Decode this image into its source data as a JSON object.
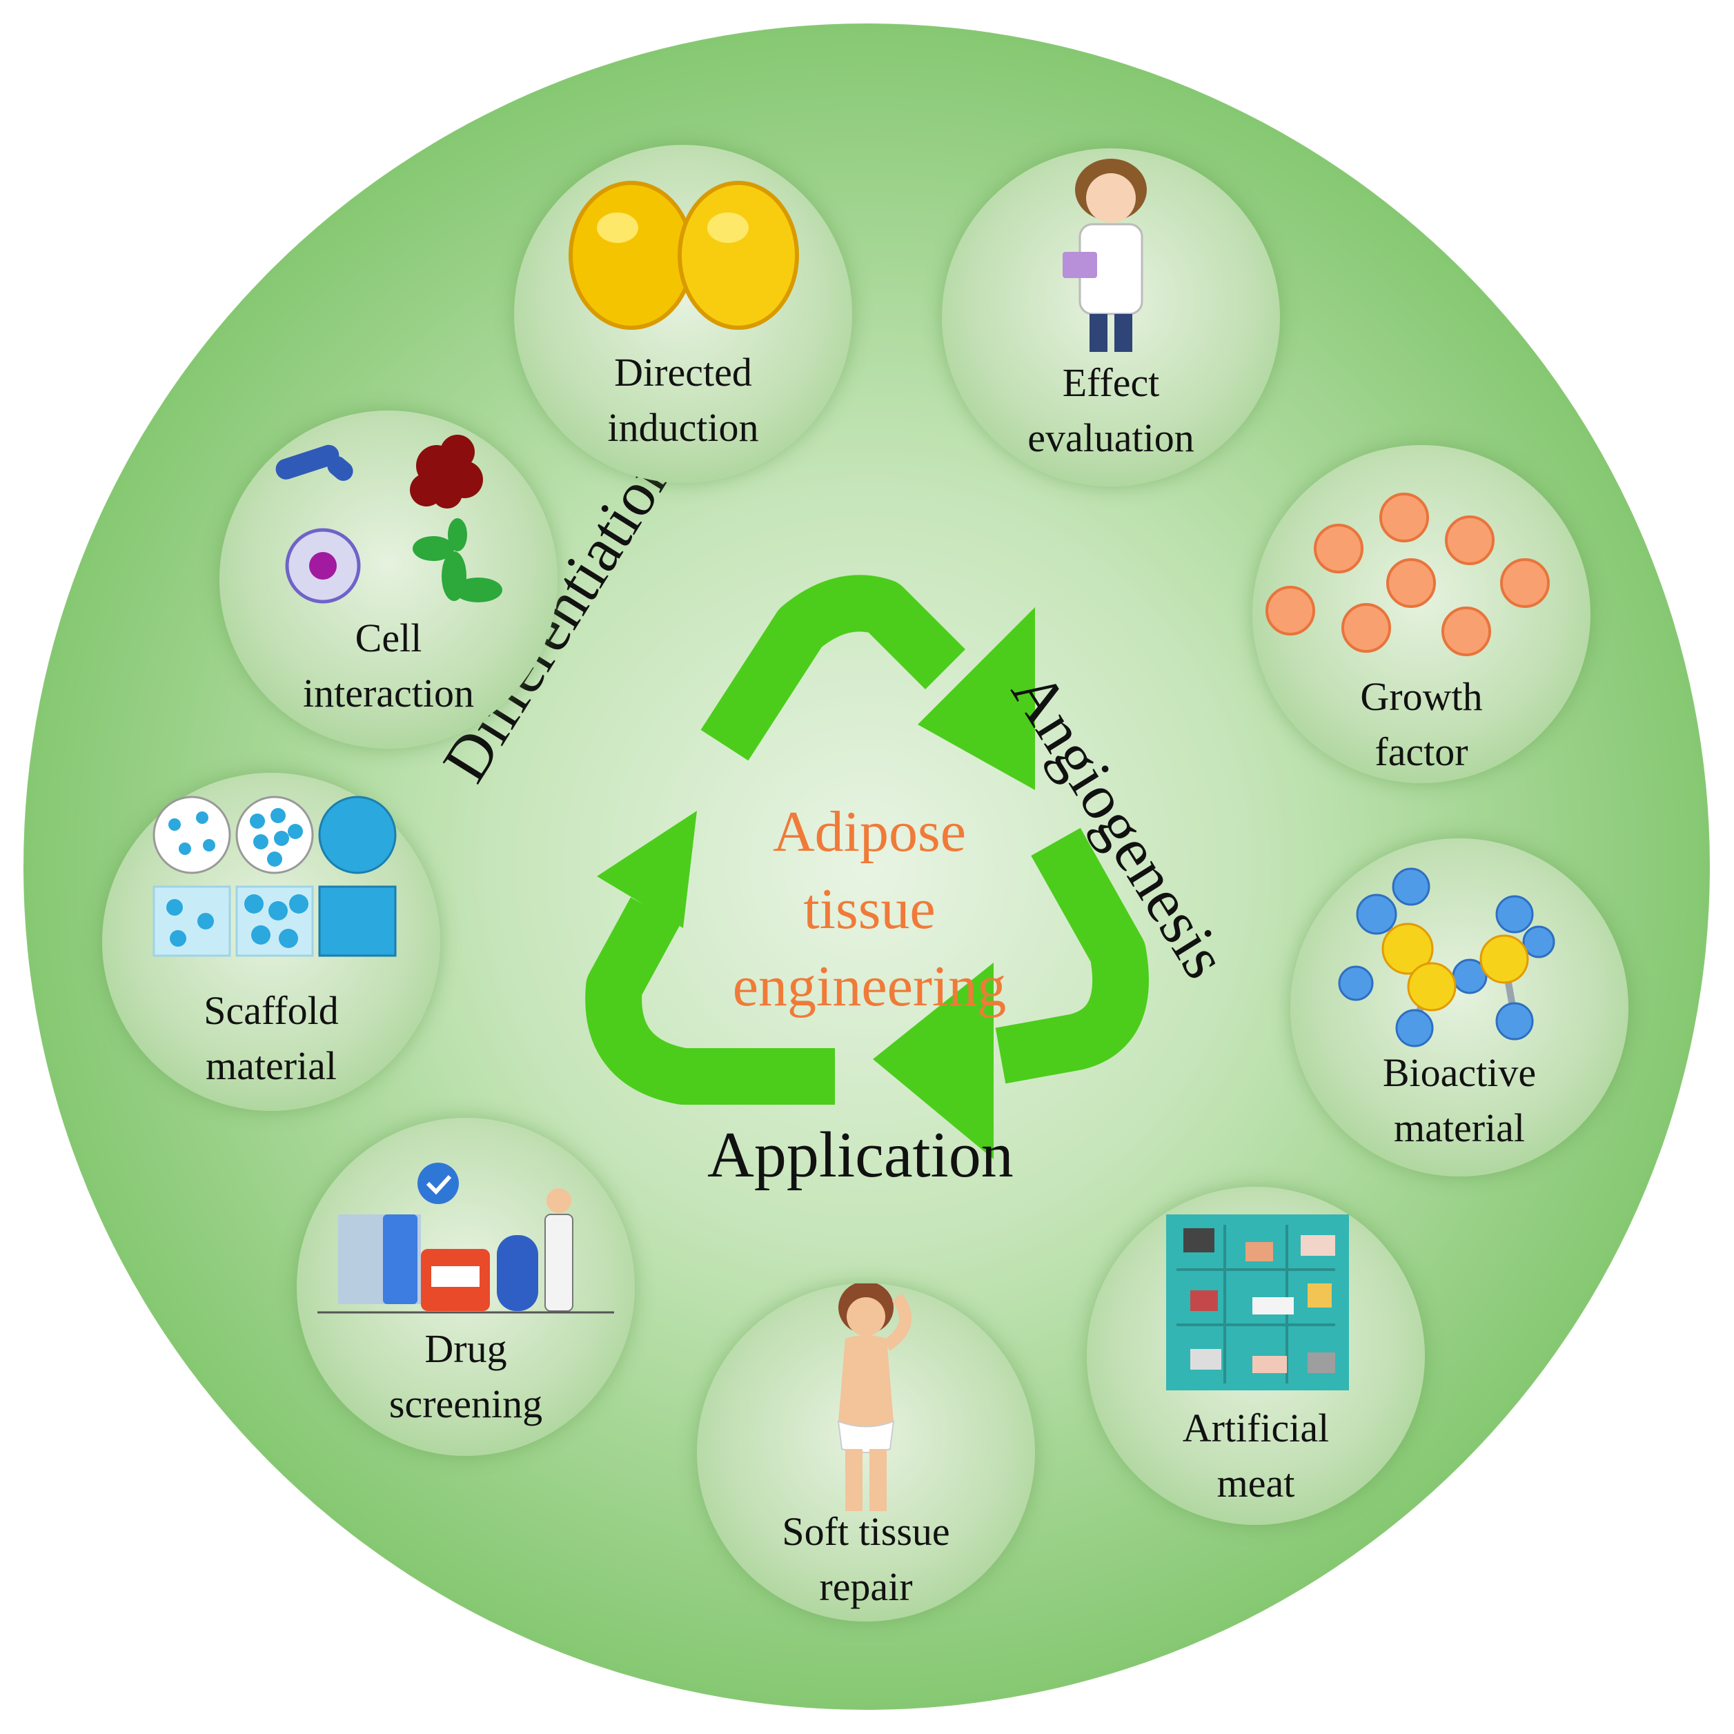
{
  "center": {
    "line1": "Adipose",
    "line2": "tissue",
    "line3": "engineering"
  },
  "cycle": {
    "top_left": "Differentiation",
    "top_right": "Angiogenesis",
    "bottom": "Application"
  },
  "nodes": [
    {
      "id": "directed-induction",
      "line1": "Directed",
      "line2": "induction",
      "icon": "fat-cells-icon"
    },
    {
      "id": "effect-evaluation",
      "line1": "Effect",
      "line2": "evaluation",
      "icon": "scientist-icon"
    },
    {
      "id": "growth-factor",
      "line1": "Growth",
      "line2": "factor",
      "icon": "particles-icon"
    },
    {
      "id": "bioactive-material",
      "line1": "Bioactive",
      "line2": "material",
      "icon": "molecule-icon"
    },
    {
      "id": "artificial-meat",
      "line1": "Artificial",
      "line2": "meat",
      "icon": "meat-production-icon"
    },
    {
      "id": "soft-tissue-repair",
      "line1": "Soft tissue",
      "line2": "repair",
      "icon": "woman-body-icon"
    },
    {
      "id": "drug-screening",
      "line1": "Drug",
      "line2": "screening",
      "icon": "pharmacy-icon"
    },
    {
      "id": "scaffold-material",
      "line1": "Scaffold",
      "line2": "material",
      "icon": "scaffold-icon"
    },
    {
      "id": "cell-interaction",
      "line1": "Cell",
      "line2": "interaction",
      "icon": "cells-icon"
    }
  ],
  "colors": {
    "outer_disc": "#8ccb7a",
    "arrow": "#4ccd1c",
    "center_text": "#f07a38"
  }
}
